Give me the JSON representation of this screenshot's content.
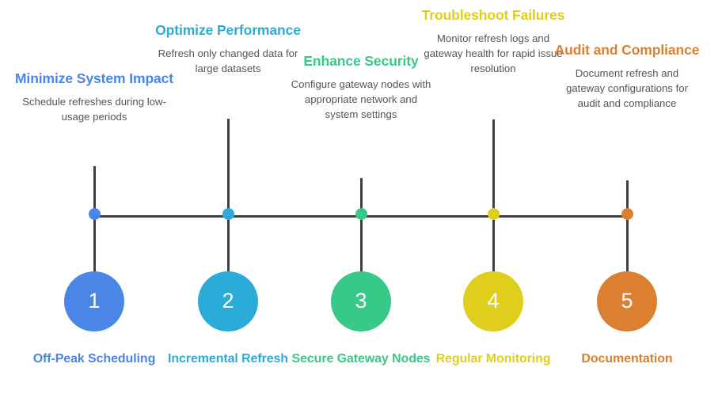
{
  "diagram": {
    "type": "horizontal-timeline",
    "background_color": "#ffffff",
    "axis_color": "#404040",
    "description_color": "#555555",
    "steps": [
      {
        "number": "1",
        "heading": "Minimize System Impact",
        "description": "Schedule refreshes during low-usage periods",
        "label": "Off-Peak Scheduling",
        "color": "#4a86e8"
      },
      {
        "number": "2",
        "heading": "Optimize Performance",
        "description": "Refresh only changed data for large datasets",
        "label": "Incremental Refresh",
        "color": "#2bacd8"
      },
      {
        "number": "3",
        "heading": "Enhance Security",
        "description": "Configure gateway nodes with appropriate network and system settings",
        "label": "Secure Gateway Nodes",
        "color": "#38c887"
      },
      {
        "number": "4",
        "heading": "Troubleshoot Failures",
        "description": "Monitor refresh logs and gateway health for rapid issue resolution",
        "label": "Regular Monitoring",
        "color": "#dfcf1c"
      },
      {
        "number": "5",
        "heading": "Audit and Compliance",
        "description": "Document refresh and gateway configurations for audit and compliance",
        "label": "Documentation",
        "color": "#db8031"
      }
    ]
  }
}
